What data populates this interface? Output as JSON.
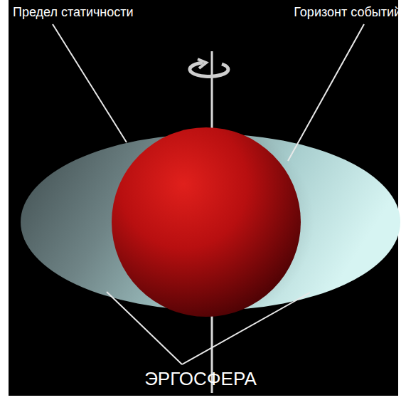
{
  "diagram": {
    "labels": [
      "Предел статичности",
      "Горизонт событий",
      "ЭРГОСФЕРА"
    ]
  }
}
